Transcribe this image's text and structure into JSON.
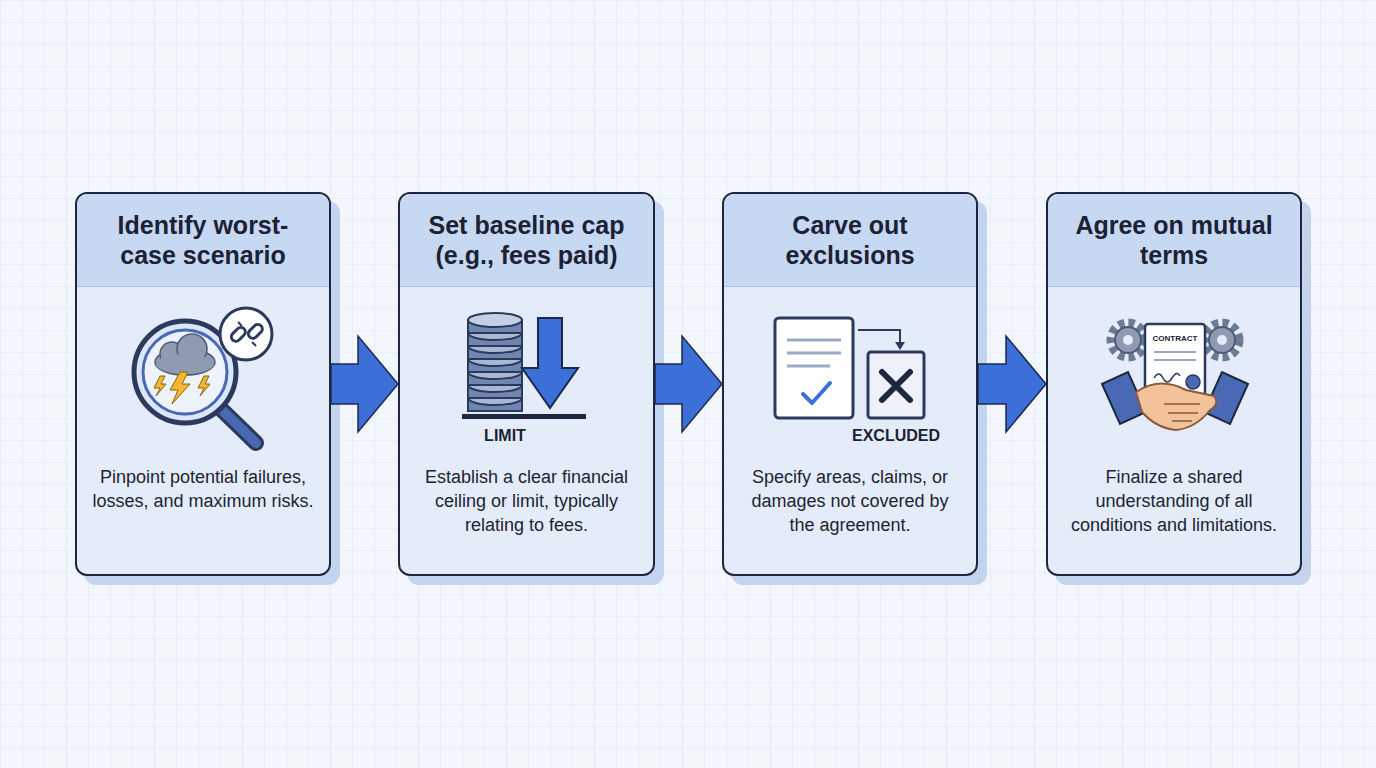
{
  "diagram": {
    "nodes": [
      {
        "text": [
          "Identify worst-case scenario",
          "Pinpoint potential failures, losses, and maximum risks."
        ]
      },
      {
        "text": [
          "Set baseline cap (e.g., fees paid)",
          "Establish a clear financial ceiling or limit, typically relating to fees."
        ]
      },
      {
        "text": [
          "Carve out exclusions",
          "Specify areas, claims, or damages not covered by the agreement."
        ]
      },
      {
        "text": [
          "Agree on mutual terms",
          "Finalize a shared understanding of all conditions and limitations."
        ]
      }
    ],
    "edges": [
      {
        "from": 0,
        "to": 1,
        "arrow": "to"
      },
      {
        "from": 1,
        "to": 2,
        "arrow": "to"
      },
      {
        "from": 2,
        "to": 3,
        "arrow": "to"
      }
    ],
    "labels": [
      "LIMIT",
      "EXCLUDED",
      "CONTRACT"
    ]
  }
}
